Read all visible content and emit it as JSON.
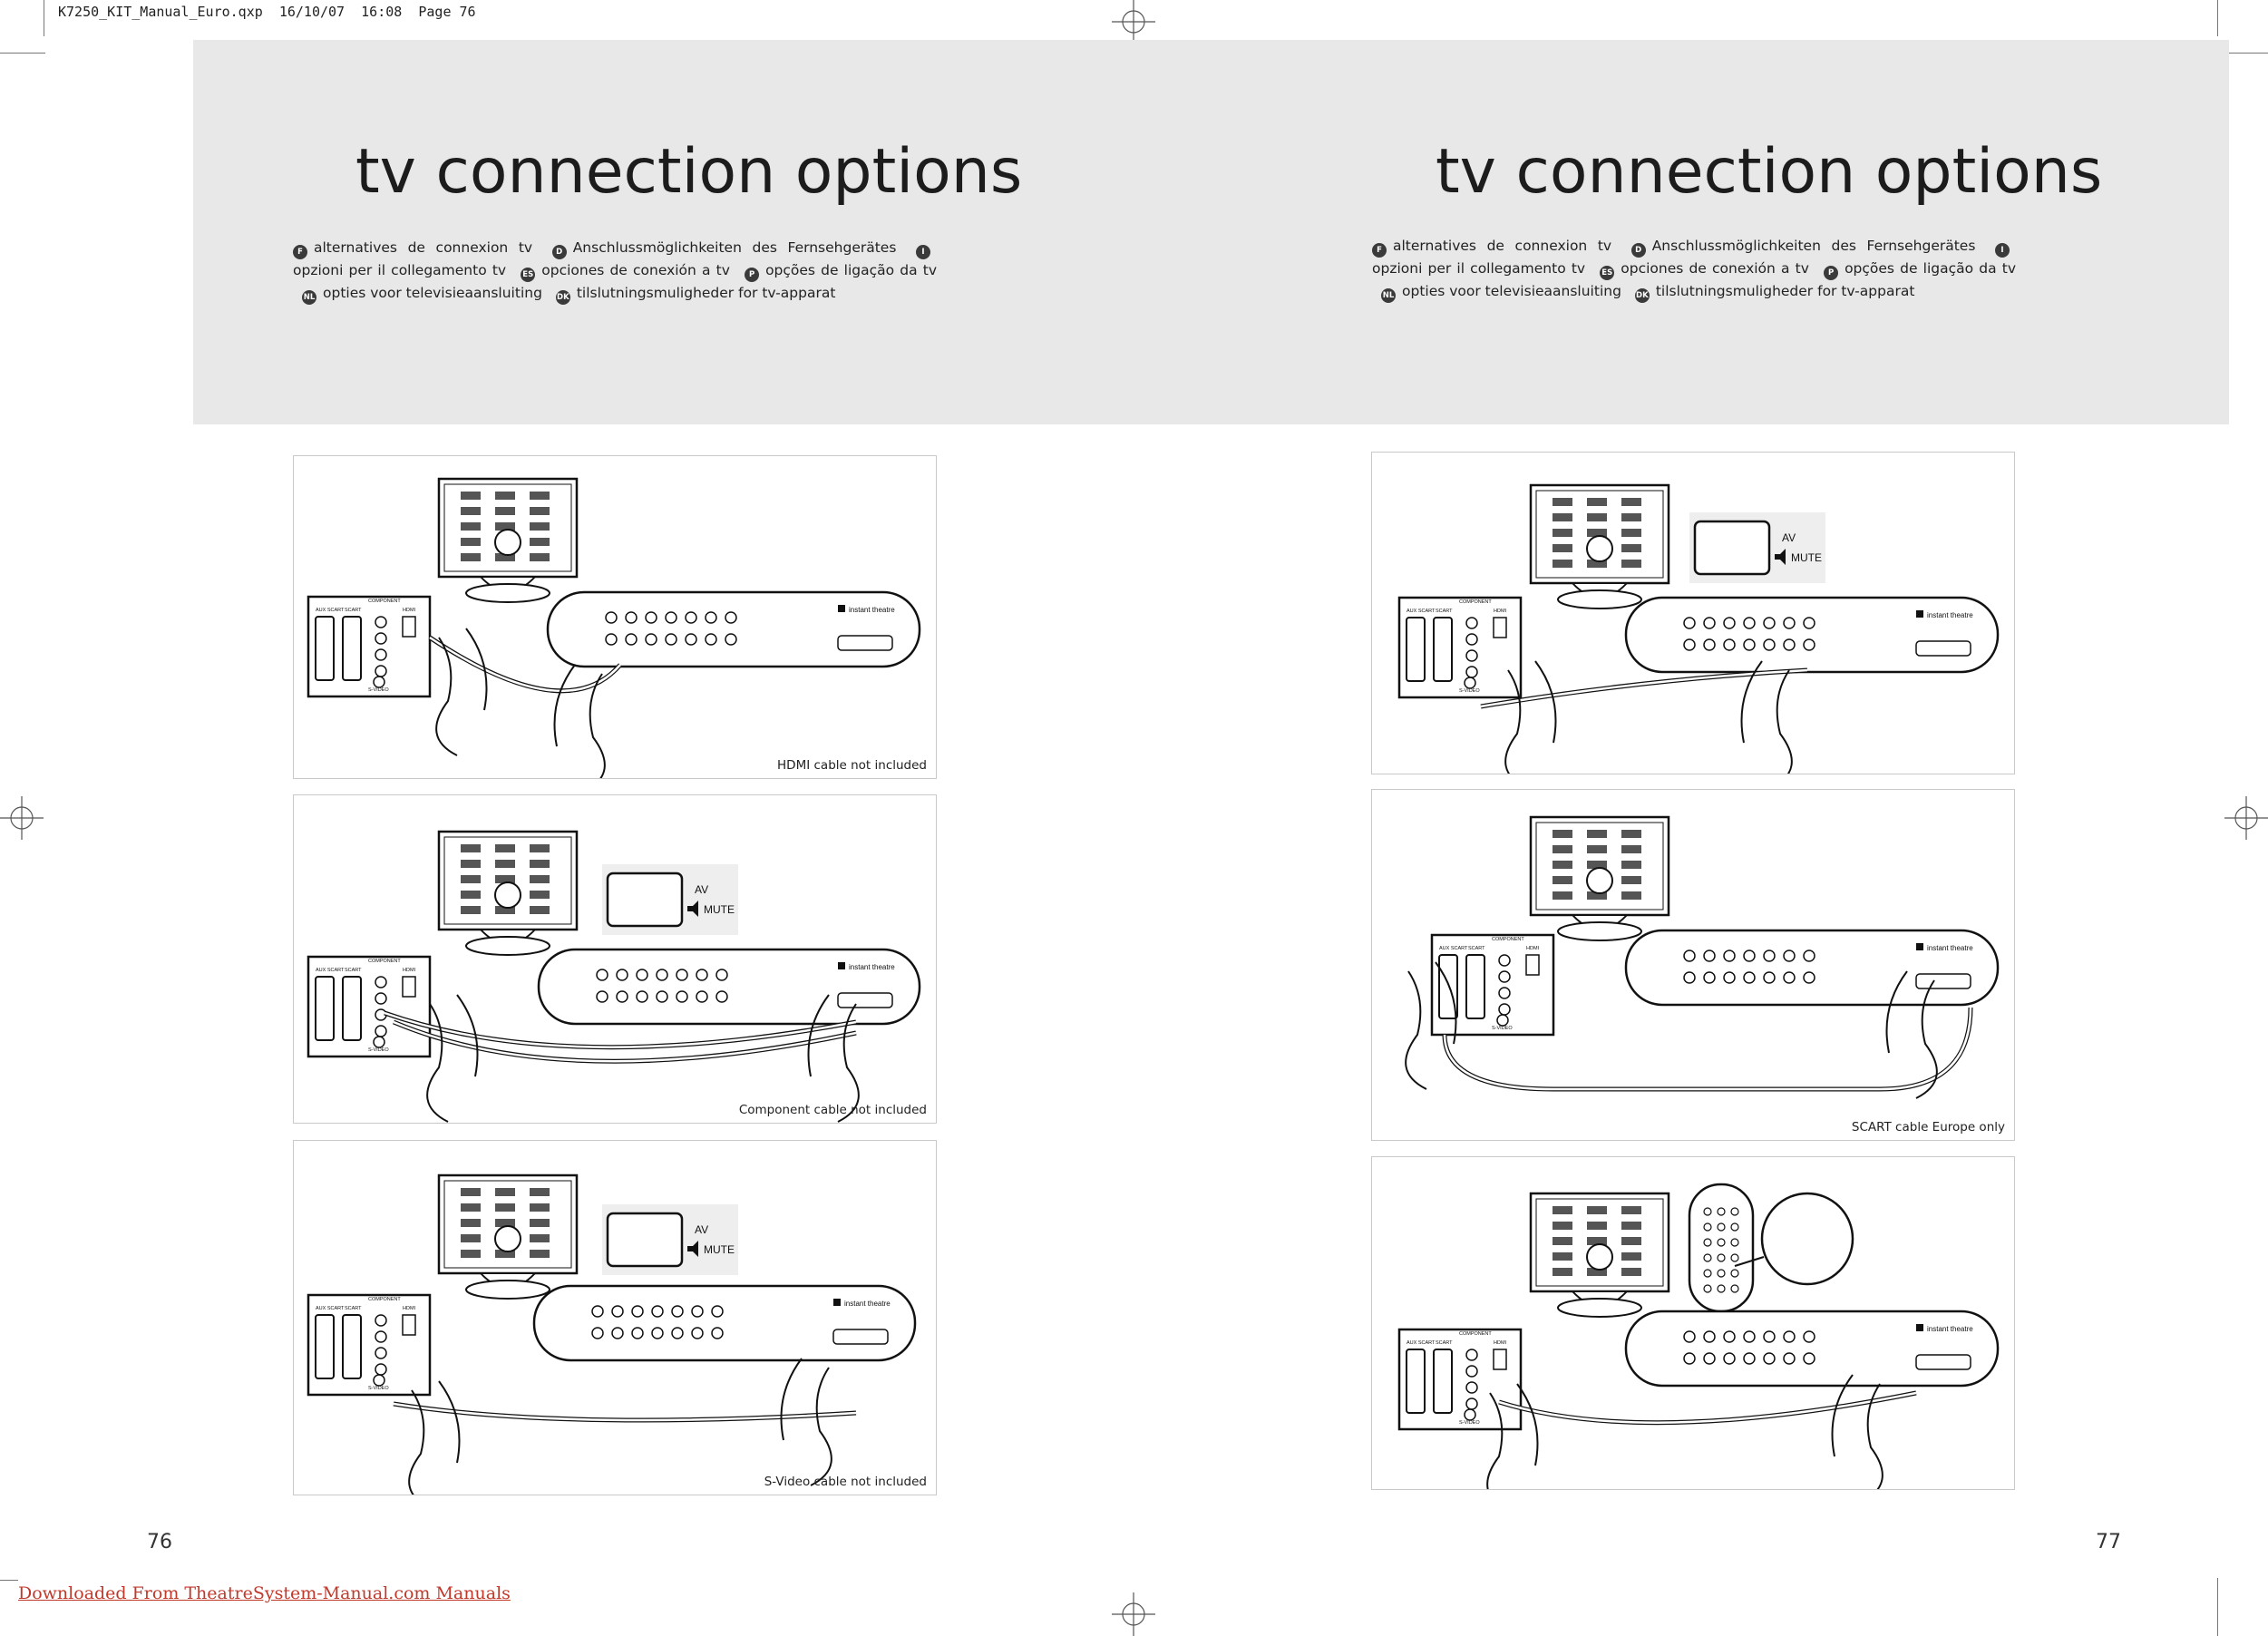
{
  "slug": "K7250_KIT_Manual_Euro.qxp  16/10/07  16:08  Page 76",
  "left_page": {
    "title": "tv connection options",
    "languages": [
      {
        "code": "F",
        "text": "alternatives de connexion tv"
      },
      {
        "code": "D",
        "text": "Anschlussmöglichkeiten des Fernsehgerätes"
      },
      {
        "code": "I",
        "text": "opzioni per il collegamento tv"
      },
      {
        "code": "ES",
        "text": "opciones de conexión a tv"
      },
      {
        "code": "P",
        "text": "opções de ligação da tv"
      },
      {
        "code": "NL",
        "text": "opties voor televisieaansluiting"
      },
      {
        "code": "DK",
        "text": "tilslutningsmuligheder for tv-apparat"
      }
    ],
    "panels": [
      {
        "caption": "HDMI cable not included"
      },
      {
        "caption": "Component cable not included"
      },
      {
        "caption": "S-Video cable not included"
      }
    ],
    "page_number": "76"
  },
  "right_page": {
    "title": "tv connection options",
    "languages": [
      {
        "code": "F",
        "text": "alternatives de connexion tv"
      },
      {
        "code": "D",
        "text": "Anschlussmöglichkeiten des Fernsehgerätes"
      },
      {
        "code": "I",
        "text": "opzioni per il collegamento tv"
      },
      {
        "code": "ES",
        "text": "opciones de conexión a tv"
      },
      {
        "code": "P",
        "text": "opções de ligação da tv"
      },
      {
        "code": "NL",
        "text": "opties voor televisieaansluiting"
      },
      {
        "code": "DK",
        "text": "tilslutningsmuligheder for tv-apparat"
      }
    ],
    "panels": [
      {
        "caption": ""
      },
      {
        "caption": "SCART cable Europe only"
      },
      {
        "caption": ""
      }
    ],
    "page_number": "77"
  },
  "illustration_text": {
    "av_label": "AV",
    "mute_label": "MUTE",
    "brand_label": "instant theatre",
    "scart_labels": [
      "AUX SCART",
      "SCART"
    ],
    "component_label": "COMPONENT",
    "hdmi_label": "HDMI",
    "svideo_label": "S-VIDEO"
  },
  "footer_link": "Downloaded From TheatreSystem-Manual.com Manuals",
  "colors": {
    "band": "#e8e8e8",
    "link": "#c0392b",
    "panel_border": "#c9c9c9"
  }
}
